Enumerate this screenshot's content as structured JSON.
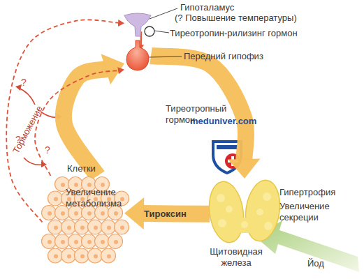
{
  "diagram": {
    "nodes": [
      {
        "text": [
          "Гипоталамус",
          "(? Повышение температуры)"
        ]
      },
      {
        "text": [
          "Передний гипофиз"
        ]
      },
      {
        "text": [
          "Клетки",
          "Увеличение метаболизма"
        ]
      },
      {
        "text": [
          "Гипертрофия",
          "Увеличение секреции",
          "Щитовидная железа"
        ]
      }
    ],
    "edges": [
      {
        "from": 0,
        "to": 1,
        "label": "Тиреотропин-рилизинг гормон",
        "arrow": "to"
      },
      {
        "from": 1,
        "to": 3,
        "label": "Тиреотропный гормон",
        "arrow": "to"
      },
      {
        "from": 3,
        "to": 2,
        "label": "Тироксин",
        "arrow": "to"
      },
      {
        "from": 2,
        "to": 1,
        "arrow": "to"
      },
      {
        "from": 2,
        "to": 0,
        "arrow": "to"
      },
      {
        "from": 2,
        "to": 1,
        "arrow": "to"
      }
    ],
    "labels": [
      "meduniver.com",
      "Торможение",
      "?",
      "?",
      "?",
      "Йод"
    ]
  }
}
